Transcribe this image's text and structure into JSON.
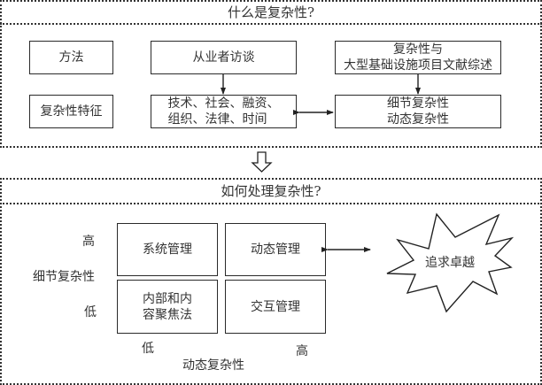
{
  "section1": {
    "title": "什么是复杂性?",
    "row_labels": [
      "方法",
      "复杂性特征"
    ],
    "interviews": "从业者访谈",
    "literature": "复杂性与\n大型基础设施项目文献综述",
    "factors": "技术、社会、融资、\n组织、法律、时间",
    "complexity_types": "细节复杂性\n动态复杂性"
  },
  "section2": {
    "title": "如何处理复杂性?",
    "matrix": {
      "top_left": "系统管理",
      "top_right": "动态管理",
      "bottom_left": "内部和内\n容聚焦法",
      "bottom_right": "交互管理"
    },
    "y_axis": {
      "label": "细节复杂性",
      "high": "高",
      "low": "低"
    },
    "x_axis": {
      "label": "动态复杂性",
      "low": "低",
      "high": "高"
    },
    "goal": "追求卓越"
  }
}
